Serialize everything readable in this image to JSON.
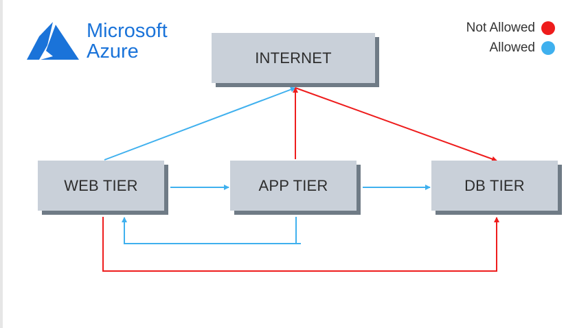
{
  "brand": {
    "line1": "Microsoft",
    "line2": "Azure"
  },
  "legend": {
    "not_allowed": {
      "label": "Not Allowed",
      "color": "#ee1c1c"
    },
    "allowed": {
      "label": "Allowed",
      "color": "#3fb0ee"
    }
  },
  "nodes": {
    "internet": "INTERNET",
    "web": "WEB TIER",
    "app": "APP TIER",
    "db": "DB TIER"
  },
  "connections": [
    {
      "from": "web",
      "to": "internet",
      "status": "allowed"
    },
    {
      "from": "app",
      "to": "internet",
      "status": "not_allowed"
    },
    {
      "from": "internet",
      "to": "db",
      "status": "not_allowed"
    },
    {
      "from": "web",
      "to": "app",
      "status": "allowed"
    },
    {
      "from": "app",
      "to": "db",
      "status": "allowed"
    },
    {
      "from": "app",
      "to": "web",
      "status": "allowed"
    },
    {
      "from": "web",
      "to": "db",
      "status": "not_allowed"
    }
  ],
  "icons": {
    "logo": "azure-logo-icon"
  }
}
